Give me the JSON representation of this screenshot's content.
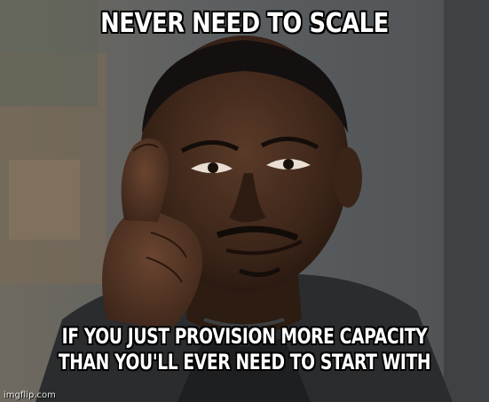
{
  "meme": {
    "top_text": "NEVER NEED TO SCALE",
    "bottom_text_line1": "IF YOU JUST PROVISION MORE CAPACITY",
    "bottom_text_line2": "THAN YOU'LL EVER NEED TO START WITH",
    "watermark": "imgflip.com"
  },
  "colors": {
    "caption_fill": "#ffffff",
    "caption_outline": "#000000"
  }
}
